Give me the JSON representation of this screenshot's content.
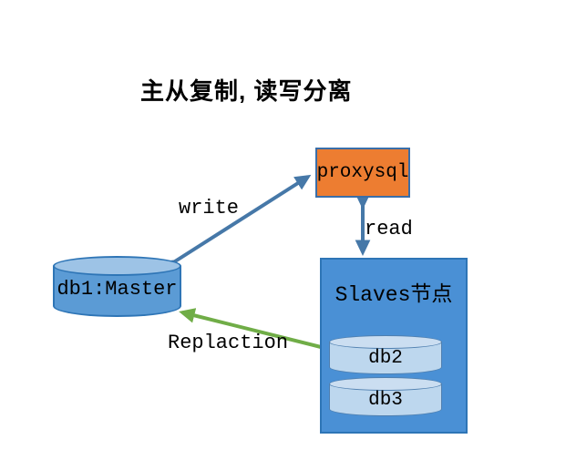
{
  "title": "主从复制, 读写分离",
  "nodes": {
    "proxysql": {
      "label": "proxysql",
      "fill": "#ED7D31"
    },
    "master": {
      "label": "db1:Master",
      "fill": "#5B9BD5"
    },
    "slaves": {
      "label": "Slaves节点",
      "fill": "#4A90D5",
      "children": [
        {
          "label": "db2"
        },
        {
          "label": "db3"
        }
      ]
    }
  },
  "edges": [
    {
      "label": "write",
      "from": "db1:Master",
      "to": "proxysql",
      "direction": "bidirectional",
      "color": "#4678A8"
    },
    {
      "label": "read",
      "from": "proxysql",
      "to": "Slaves节点",
      "direction": "bidirectional",
      "color": "#4678A8"
    },
    {
      "label": "Replaction",
      "from": "Slaves节点",
      "to": "db1:Master",
      "direction": "unidirectional",
      "color": "#70AD47"
    }
  ]
}
